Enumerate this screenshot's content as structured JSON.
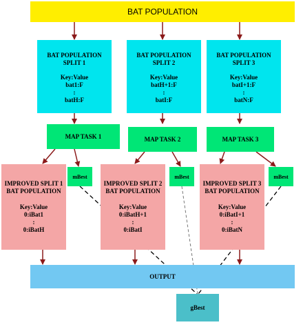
{
  "top": {
    "label": "BAT POPULATION"
  },
  "splits": [
    {
      "title1": "BAT POPULATION",
      "title2": "SPLIT 1",
      "kv": "Key:Value",
      "line1": "bat1:F",
      "dots": ":",
      "line2": "batH:F"
    },
    {
      "title1": "BAT POPULATION",
      "title2": "SPLIT 2",
      "kv": "Key:Value",
      "line1": "batH+1:F",
      "dots": ":",
      "line2": "batI:F"
    },
    {
      "title1": "BAT POPULATION",
      "title2": "SPLIT 3",
      "kv": "Key:Value",
      "line1": "batI+1:F",
      "dots": ":",
      "line2": "batN:F"
    }
  ],
  "maps": [
    {
      "label": "MAP TASK 1"
    },
    {
      "label": "MAP TASK 2"
    },
    {
      "label": "MAP TASK 3"
    }
  ],
  "improved": [
    {
      "title1": "IMPROVED SPLIT 1",
      "title2": "BAT POPULATION",
      "kv": "Key:Value",
      "line1": "0:iBat1",
      "dots": ":",
      "line2": "0:iBatH"
    },
    {
      "title1": "IMPROVED SPLIT 2",
      "title2": "BAT POPULATION",
      "kv": "Key:Value",
      "line1": "0:iBatH+1",
      "dots": ":",
      "line2": "0:iBatI"
    },
    {
      "title1": "IMPROVED SPLIT 3",
      "title2": "BAT POPULATION",
      "kv": "Key:Value",
      "line1": "0:iBatI+1",
      "dots": ":",
      "line2": "0:iBatN"
    }
  ],
  "mbest": {
    "label": "mBest"
  },
  "output": {
    "label": "OUTPUT"
  },
  "gbest": {
    "label": "gBest"
  },
  "colors": {
    "top": "#ffee00",
    "split": "#00e5ee",
    "map": "#00e676",
    "improved": "#f4a6a6",
    "output": "#72c8f2",
    "gbest": "#4bbfc9",
    "arrow": "#8b1a1a"
  }
}
